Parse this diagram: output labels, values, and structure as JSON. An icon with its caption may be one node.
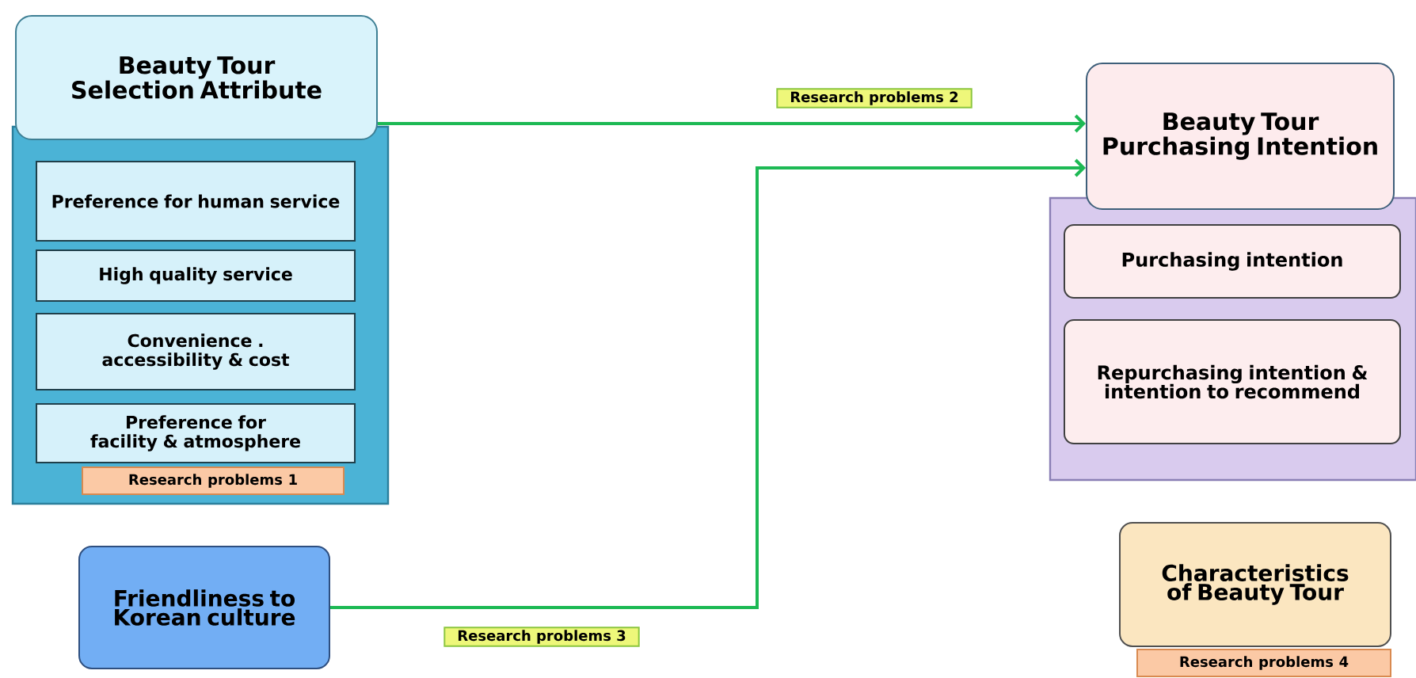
{
  "diagram": {
    "nodes": [
      {
        "text": [
          "Beauty Tour Selection Attribute"
        ]
      },
      {
        "text": [
          "Preference for human service"
        ],
        "in": 0
      },
      {
        "text": [
          "High quality service"
        ],
        "in": 0
      },
      {
        "text": [
          "Convenience . accessibility & cost"
        ],
        "in": 0
      },
      {
        "text": [
          "Preference for facility & atmosphere"
        ],
        "in": 0
      },
      {
        "text": [
          "Research problems 1"
        ],
        "in": 0
      },
      {
        "text": [
          "Beauty Tour Purchasing Intention"
        ]
      },
      {
        "text": [
          "Purchasing intention"
        ],
        "in": 6
      },
      {
        "text": [
          "Repurchasing intention & intention to recommend"
        ],
        "in": 6
      },
      {
        "text": [
          "Friendliness to Korean culture"
        ]
      },
      {
        "text": [
          "Characteristics of Beauty Tour"
        ]
      },
      {
        "text": [
          "Research problems 4"
        ]
      }
    ],
    "edges": [
      {
        "from": 0,
        "to": 6,
        "arrow": "to",
        "label": "Research problems 2"
      },
      {
        "from": 9,
        "to": 6,
        "arrow": "to",
        "label": "Research problems 3"
      }
    ]
  }
}
